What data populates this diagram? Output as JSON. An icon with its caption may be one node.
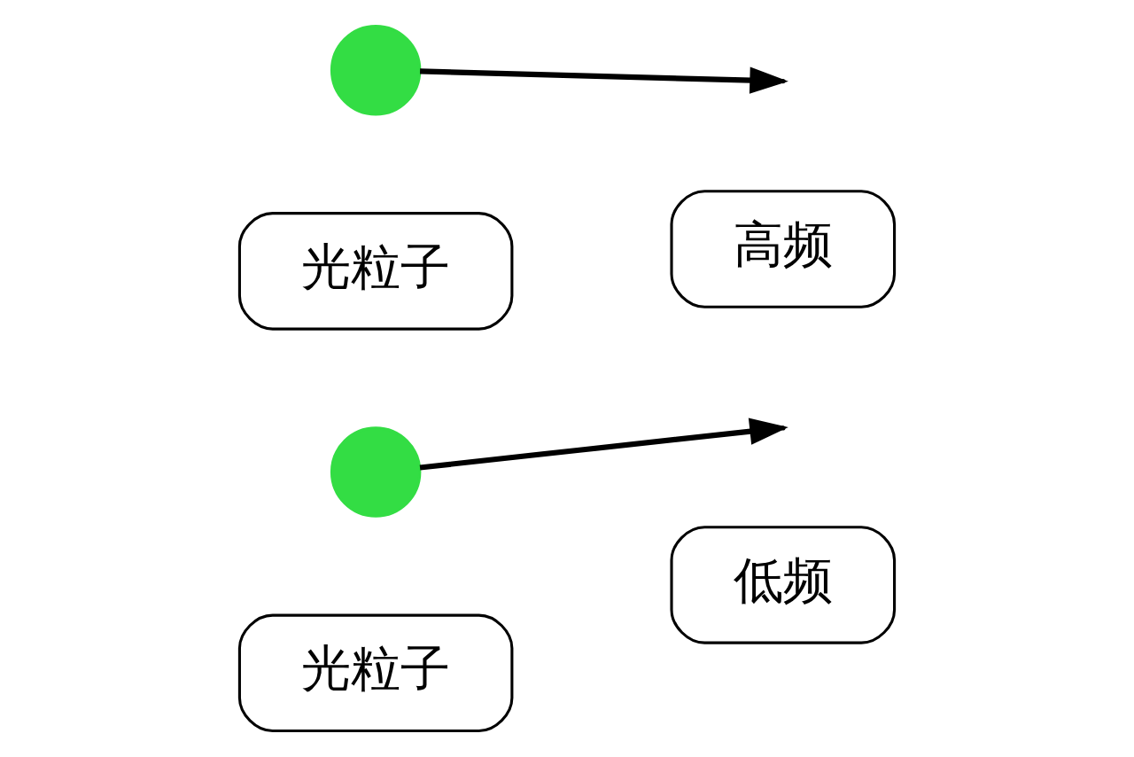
{
  "diagram": {
    "nodes": [
      {
        "text": [],
        "shape": "circle"
      },
      {
        "text": [
          "光粒子"
        ]
      },
      {
        "text": [
          "高频"
        ]
      },
      {
        "text": [],
        "shape": "circle"
      },
      {
        "text": [
          "光粒子"
        ]
      },
      {
        "text": [
          "低频"
        ]
      }
    ],
    "edges": [
      {
        "from": 0,
        "to": null,
        "arrow": "to"
      },
      {
        "from": 3,
        "to": null,
        "arrow": "to"
      }
    ]
  }
}
